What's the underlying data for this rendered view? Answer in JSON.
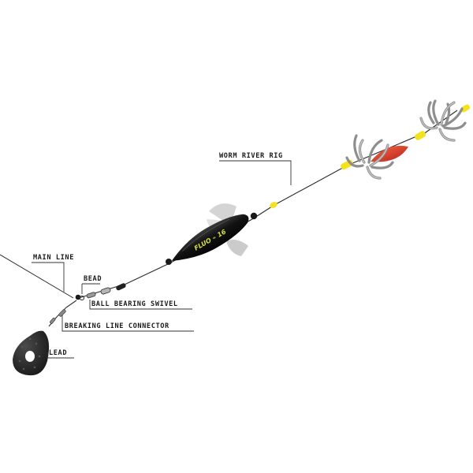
{
  "labels": {
    "worm_river_rig": "WORM RIVER RIG",
    "main_line": "MAIN LINE",
    "bead": "BEAD",
    "ball_bearing_swivel": "BALL BEARING SWIVEL",
    "breaking_line_connector": "BREAKING LINE CONNECTOR",
    "lead": "LEAD"
  },
  "colors": {
    "line": "#2a2a2a",
    "float_body": "#151515",
    "float_brand": "#d8e13a",
    "bead_yellow": "#f3e21c",
    "lure_red": "#e0362a",
    "worm_grey": "#8e8e8e",
    "fin_grey": "#cfcfcf",
    "lead": "#2b2b2b"
  },
  "icons": [
    "float-icon",
    "lead-weight-icon",
    "swivel-icon",
    "worm-cluster-icon",
    "bead-icon"
  ]
}
